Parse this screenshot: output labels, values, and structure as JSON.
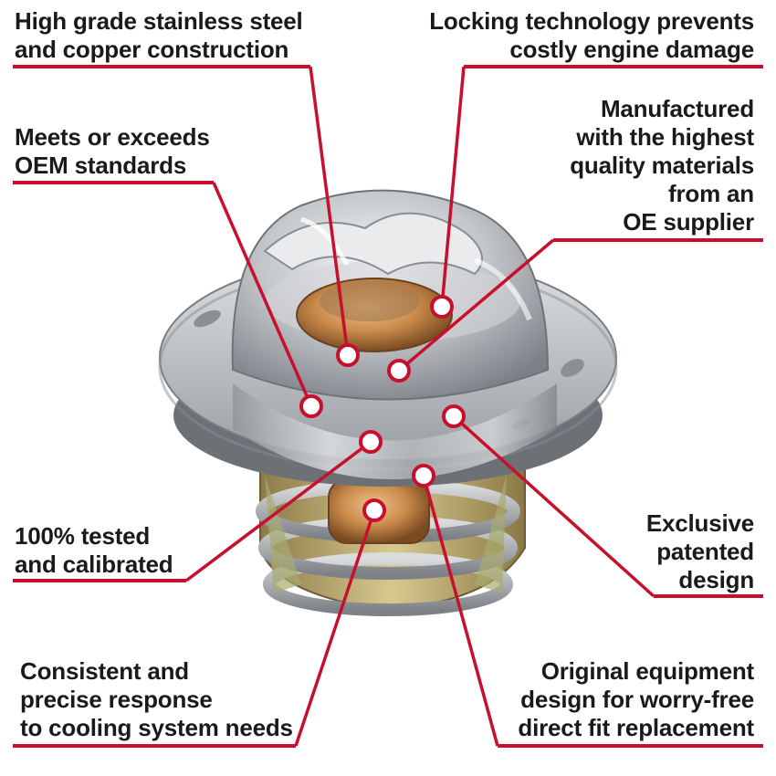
{
  "callouts": [
    {
      "id": "steel-copper",
      "lines": [
        "High grade stainless steel",
        "and copper construction"
      ]
    },
    {
      "id": "locking",
      "lines": [
        "Locking technology prevents",
        "costly engine damage"
      ]
    },
    {
      "id": "oem-standards",
      "lines": [
        "Meets or exceeds",
        "OEM standards"
      ]
    },
    {
      "id": "oe-supplier",
      "lines": [
        "Manufactured",
        "with the highest",
        "quality materials",
        "from an",
        "OE supplier"
      ]
    },
    {
      "id": "tested",
      "lines": [
        "100% tested",
        "and calibrated"
      ]
    },
    {
      "id": "patented",
      "lines": [
        "Exclusive",
        "patented",
        "design"
      ]
    },
    {
      "id": "response",
      "lines": [
        "Consistent and",
        "precise response",
        "to cooling system needs"
      ]
    },
    {
      "id": "direct-fit",
      "lines": [
        "Original equipment",
        "design for worry-free",
        "direct fit replacement"
      ]
    }
  ],
  "colors": {
    "accent": "#c8102e",
    "text": "#1a1a1a",
    "steel": "#b9bcc0",
    "copper": "#c98a4a"
  },
  "icons": {
    "product": "thermostat-image",
    "marker": "callout-dot-icon"
  }
}
